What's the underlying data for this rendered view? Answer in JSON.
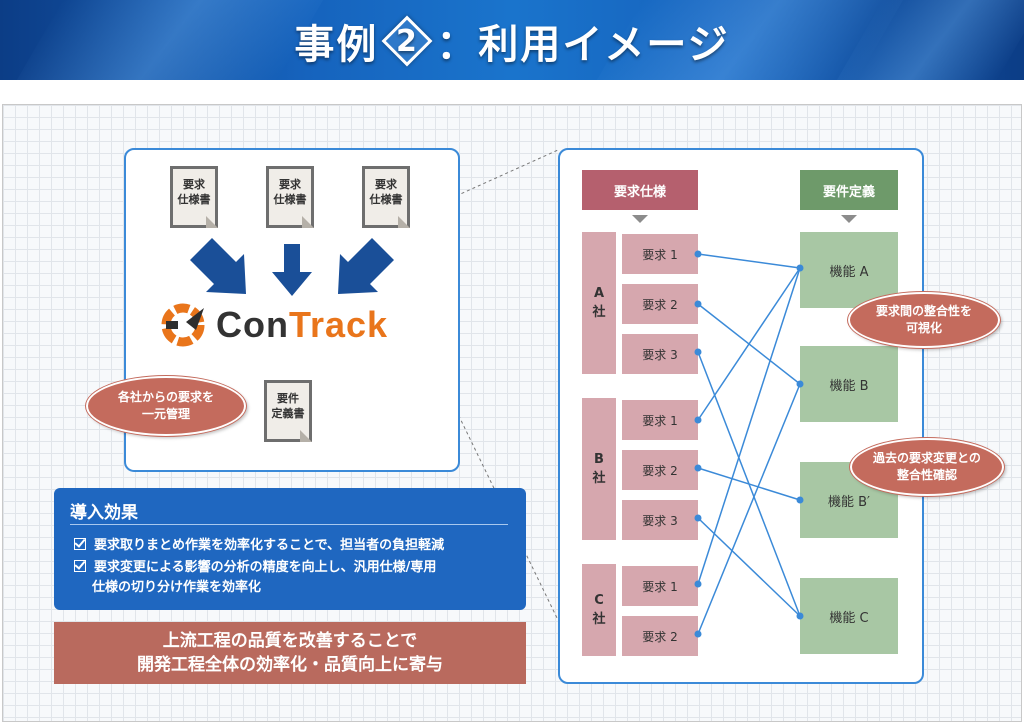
{
  "header": {
    "title_prefix": "事例",
    "number": "2",
    "title_suffix": "：利用イメージ"
  },
  "left": {
    "docs": [
      {
        "line1": "要求",
        "line2": "仕様書"
      },
      {
        "line1": "要求",
        "line2": "仕様書"
      },
      {
        "line1": "要求",
        "line2": "仕様書"
      }
    ],
    "result_doc": {
      "line1": "要件",
      "line2": "定義書"
    },
    "logo": {
      "con": "Con",
      "track": "Track"
    },
    "callout": {
      "line1": "各社からの要求を",
      "line2": "一元管理"
    }
  },
  "effects": {
    "title": "導入効果",
    "items": [
      "要求取りまとめ作業を効率化することで、担当者の負担軽減",
      "要求変更による影響の分析の精度を向上し、汎用仕様/専用",
      "仕様の切り分け作業を効率化"
    ]
  },
  "result": {
    "line1": "上流工程の品質を改善することで",
    "line2": "開発工程全体の効率化・品質向上に寄与"
  },
  "right": {
    "req_header": "要求仕様",
    "func_header": "要件定義",
    "companies": [
      {
        "line1": "A",
        "line2": "社"
      },
      {
        "line1": "B",
        "line2": "社"
      },
      {
        "line1": "C",
        "line2": "社"
      }
    ],
    "requirements": [
      "要求 1",
      "要求 2",
      "要求 3",
      "要求 1",
      "要求 2",
      "要求 3",
      "要求 1",
      "要求 2"
    ],
    "functions": [
      "機能 A",
      "機能 B",
      "機能 B′",
      "機能 C"
    ],
    "callout_consistency": {
      "line1": "要求間の整合性を",
      "line2": "可視化"
    },
    "callout_history": {
      "line1": "過去の要求変更との",
      "line2": "整合性確認"
    }
  },
  "colors": {
    "header_blue": "#1663bd",
    "box_border": "#3b8ad8",
    "effects_bg": "#1f67c0",
    "result_bg": "#b96a5e",
    "req_header": "#b5606e",
    "func_header": "#6e9a6a",
    "req_cell": "#d6a7ae",
    "func_cell": "#a8c7a4",
    "callout": "#c46b5d",
    "logo_orange": "#e9751b"
  }
}
